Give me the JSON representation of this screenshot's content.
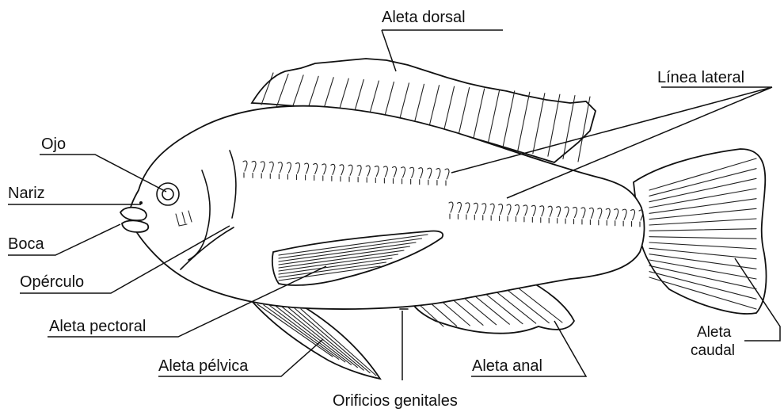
{
  "labels": {
    "aleta_dorsal": "Aleta dorsal",
    "linea_lateral": "Línea lateral",
    "ojo": "Ojo",
    "nariz": "Nariz",
    "boca": "Boca",
    "operculo": "Opérculo",
    "aleta_pectoral": "Aleta pectoral",
    "aleta_pelvica": "Aleta pélvica",
    "orificios_genitales": "Orificios genitales",
    "aleta_anal": "Aleta anal",
    "aleta_caudal_1": "Aleta",
    "aleta_caudal_2": "caudal"
  }
}
